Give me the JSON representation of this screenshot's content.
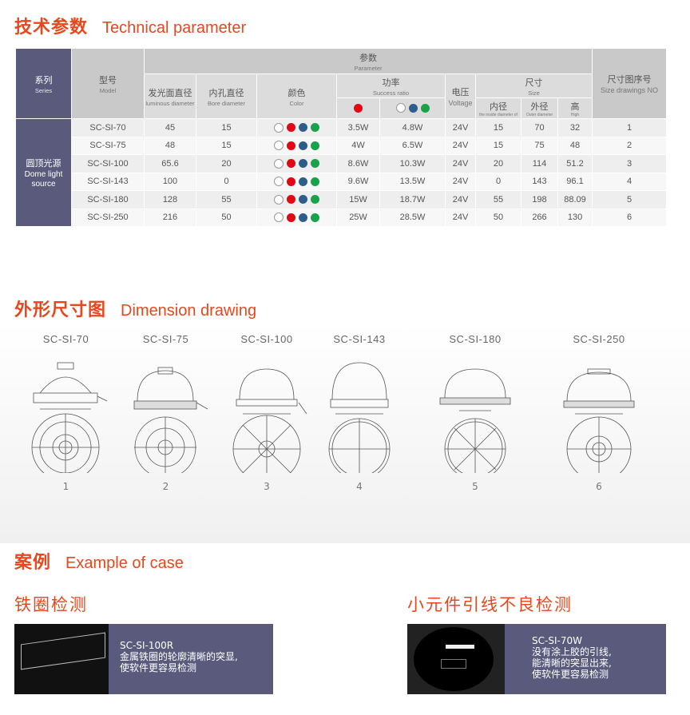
{
  "tech": {
    "cn": "技术参数",
    "en": "Technical parameter"
  },
  "table": {
    "series_cn": "系列",
    "series_en": "Series",
    "model_cn": "型号",
    "model_en": "Model",
    "param_cn": "参数",
    "param_en": "Parameter",
    "lum_cn": "发光面直径",
    "lum_en": "luminous diameter",
    "bore_cn": "内孔直径",
    "bore_en": "Bore diameter",
    "color_cn": "颜色",
    "color_en": "Color",
    "power_cn": "功率",
    "power_en": "Success ratio",
    "volt_cn": "电压",
    "volt_en": "Voltage",
    "size_cn": "尺寸",
    "size_en": "Size",
    "inner_cn": "内径",
    "inner_en": "the inside diameter of",
    "outer_cn": "外径",
    "outer_en": "Outer diameter",
    "high_cn": "高",
    "high_en": "High",
    "draw_cn": "尺寸图序号",
    "draw_en": "Size drawings NO",
    "group_cn": "圆顶光源",
    "group_en1": "Dome light",
    "group_en2": "source",
    "rows": [
      {
        "model": "SC-SI-70",
        "lum": "45",
        "bore": "15",
        "p1": "3.5W",
        "p2": "4.8W",
        "volt": "24V",
        "inner": "15",
        "outer": "70",
        "high": "32",
        "no": "1"
      },
      {
        "model": "SC-SI-75",
        "lum": "48",
        "bore": "15",
        "p1": "4W",
        "p2": "6.5W",
        "volt": "24V",
        "inner": "15",
        "outer": "75",
        "high": "48",
        "no": "2"
      },
      {
        "model": "SC-SI-100",
        "lum": "65.6",
        "bore": "20",
        "p1": "8.6W",
        "p2": "10.3W",
        "volt": "24V",
        "inner": "20",
        "outer": "114",
        "high": "51.2",
        "no": "3"
      },
      {
        "model": "SC-SI-143",
        "lum": "100",
        "bore": "0",
        "p1": "9.6W",
        "p2": "13.5W",
        "volt": "24V",
        "inner": "0",
        "outer": "143",
        "high": "96.1",
        "no": "4"
      },
      {
        "model": "SC-SI-180",
        "lum": "128",
        "bore": "55",
        "p1": "15W",
        "p2": "18.7W",
        "volt": "24V",
        "inner": "55",
        "outer": "198",
        "high": "88.09",
        "no": "5"
      },
      {
        "model": "SC-SI-250",
        "lum": "216",
        "bore": "50",
        "p1": "25W",
        "p2": "28.5W",
        "volt": "24V",
        "inner": "50",
        "outer": "266",
        "high": "130",
        "no": "6"
      }
    ]
  },
  "dim": {
    "cn": "外形尺寸图",
    "en": "Dimension drawing",
    "drawings": [
      {
        "label": "SC-SI-70",
        "num": "1"
      },
      {
        "label": "SC-SI-75",
        "num": "2"
      },
      {
        "label": "SC-SI-100",
        "num": "3"
      },
      {
        "label": "SC-SI-143",
        "num": "4"
      },
      {
        "label": "SC-SI-180",
        "num": "5"
      },
      {
        "label": "SC-SI-250",
        "num": "6"
      }
    ]
  },
  "case": {
    "cn": "案例",
    "en": "Example of case",
    "left": {
      "title": "铁圈检测",
      "model": "SC-SI-100R",
      "l1": "金属铁圈的轮廓清晰的突显,",
      "l2": "使软件更容易检测"
    },
    "right": {
      "title": "小元件引线不良检测",
      "model": "SC-SI-70W",
      "l1": "没有涂上胶的引线,",
      "l2": "能清晰的突显出来,",
      "l3": "使软件更容易检测"
    }
  }
}
